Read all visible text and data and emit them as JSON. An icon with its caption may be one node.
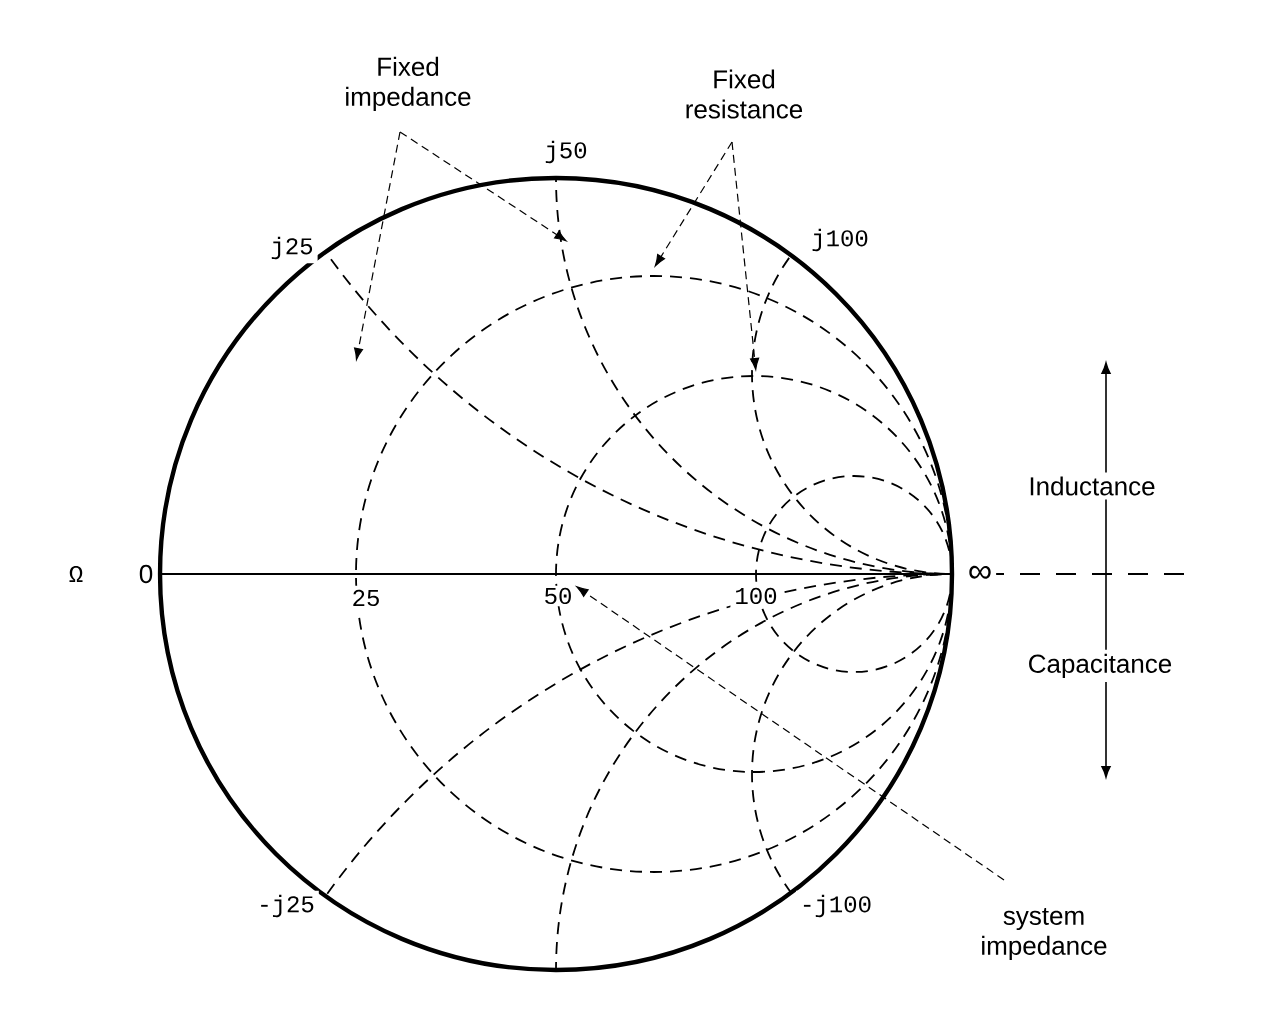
{
  "diagram": {
    "nodes": [
      {
        "text": [
          "Fixed impedance"
        ]
      },
      {
        "text": [
          "Fixed resistance"
        ]
      },
      {
        "text": [
          "system impedance"
        ]
      },
      {
        "text": [
          "50"
        ]
      }
    ],
    "edges": [
      {
        "from": 0,
        "to": null,
        "arrow": "to"
      },
      {
        "from": 0,
        "to": null,
        "arrow": "to"
      },
      {
        "from": 1,
        "to": null,
        "arrow": "to"
      },
      {
        "from": 1,
        "to": null,
        "arrow": "to"
      },
      {
        "from": 2,
        "to": 3,
        "arrow": "to"
      }
    ],
    "labels": [
      "j50",
      "j25",
      "j100",
      "Ω",
      "0",
      "25",
      "100",
      "∞",
      "Inductance",
      "Capacitance",
      "-j25",
      "-j100"
    ]
  }
}
